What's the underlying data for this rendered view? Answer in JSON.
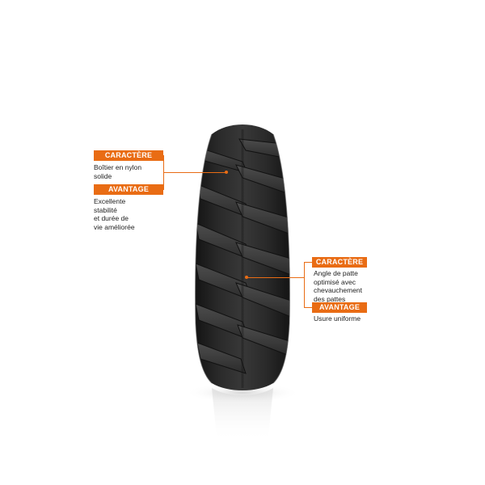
{
  "colors": {
    "accent": "#e96c14",
    "tire_dark": "#1c1c1c",
    "tire_mid": "#2e2e2e",
    "tire_light": "#4a4a4a"
  },
  "callouts": {
    "left": {
      "feature_label": "CARACTÈRE",
      "feature_text": "Boîtier en nylon\nsolide",
      "benefit_label": "AVANTAGE",
      "benefit_text": "Excellente\nstabilité\net durée de\nvie améliorée"
    },
    "right": {
      "feature_label": "CARACTÈRE",
      "feature_text": "Angle de patte\noptimisé avec\nchevauchement\ndes pattes",
      "benefit_label": "AVANTAGE",
      "benefit_text": "Usure uniforme"
    }
  }
}
